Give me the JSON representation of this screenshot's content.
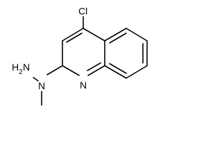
{
  "molecule": {
    "atoms": {
      "chlorine": "Cl",
      "hydrazine_amino": {
        "symbol": "H",
        "subscript": "2",
        "element": "N"
      },
      "hydrazine_n": "N",
      "ring_n": "N"
    }
  }
}
